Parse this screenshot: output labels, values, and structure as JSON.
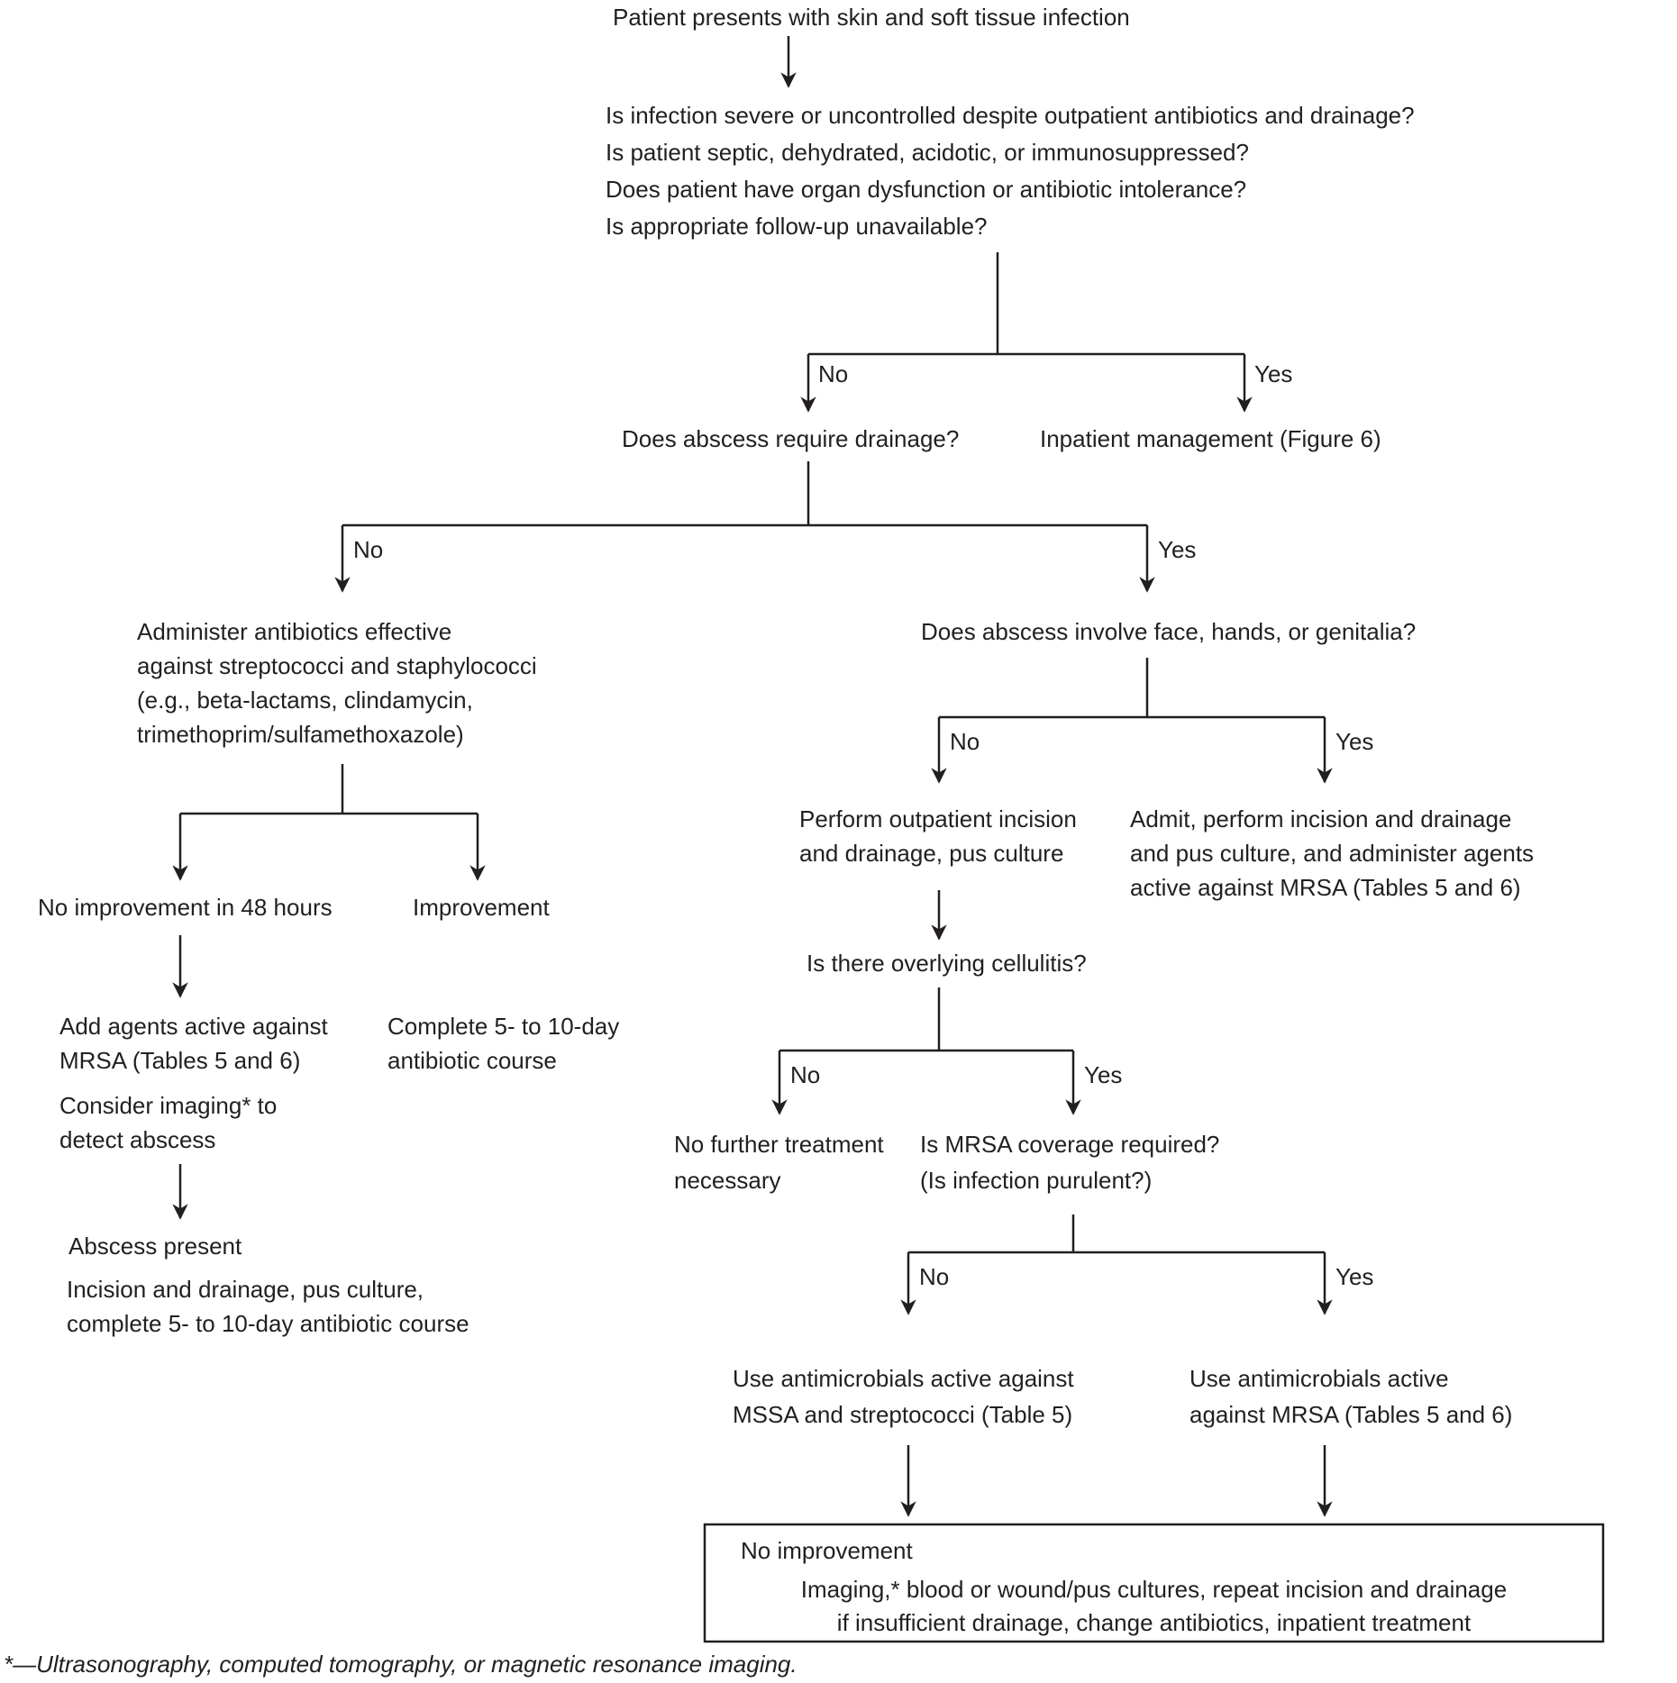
{
  "flowchart": {
    "labels": {
      "no": "No",
      "yes": "Yes"
    },
    "nodes": {
      "present": "Patient presents with skin and soft tissue infection",
      "screening": "Is infection severe or uncontrolled despite outpatient antibiotics and drainage?\nIs patient septic, dehydrated, acidotic, or immunosuppressed?\nDoes patient have organ dysfunction or antibiotic intolerance?\nIs appropriate follow-up unavailable?",
      "drainage_question": "Does abscess require drainage?",
      "inpatient": "Inpatient management (Figure 6)",
      "administer": "Administer antibiotics effective\nagainst streptococci and staphylococci\n(e.g., beta-lactams, clindamycin,\ntrimethoprim/sulfamethoxazole)",
      "face_question": "Does abscess involve face, hands, or genitalia?",
      "no_improvement_48": "No improvement in 48 hours",
      "improvement": "Improvement",
      "add_agents": "Add agents active against\nMRSA (Tables 5 and 6)",
      "consider_imaging": "Consider imaging* to\ndetect abscess",
      "complete_course": "Complete 5- to 10-day\nantibiotic course",
      "abscess_present": "Abscess present",
      "incision_drainage": "Incision and drainage, pus culture,\ncomplete 5- to 10-day antibiotic course",
      "outpatient_incision": "Perform outpatient incision\nand drainage, pus culture",
      "admit": "Admit, perform incision and drainage\nand pus culture, and administer agents\nactive against MRSA (Tables 5 and 6)",
      "cellulitis_question": "Is there overlying cellulitis?",
      "no_further": "No further treatment\nnecessary",
      "mrsa_question": "Is MRSA coverage required?\n(Is infection purulent?)",
      "use_mssa": "Use antimicrobials active against\nMSSA and streptococci (Table 5)",
      "use_mrsa": "Use antimicrobials active\nagainst MRSA (Tables 5 and 6)",
      "outcome_box_title": "No improvement",
      "outcome_box_body": "Imaging,* blood or wound/pus cultures, repeat incision and drainage\nif insufficient drainage, change antibiotics, inpatient treatment"
    },
    "footnote": "*—Ultrasonography, computed tomography, or magnetic resonance imaging."
  }
}
